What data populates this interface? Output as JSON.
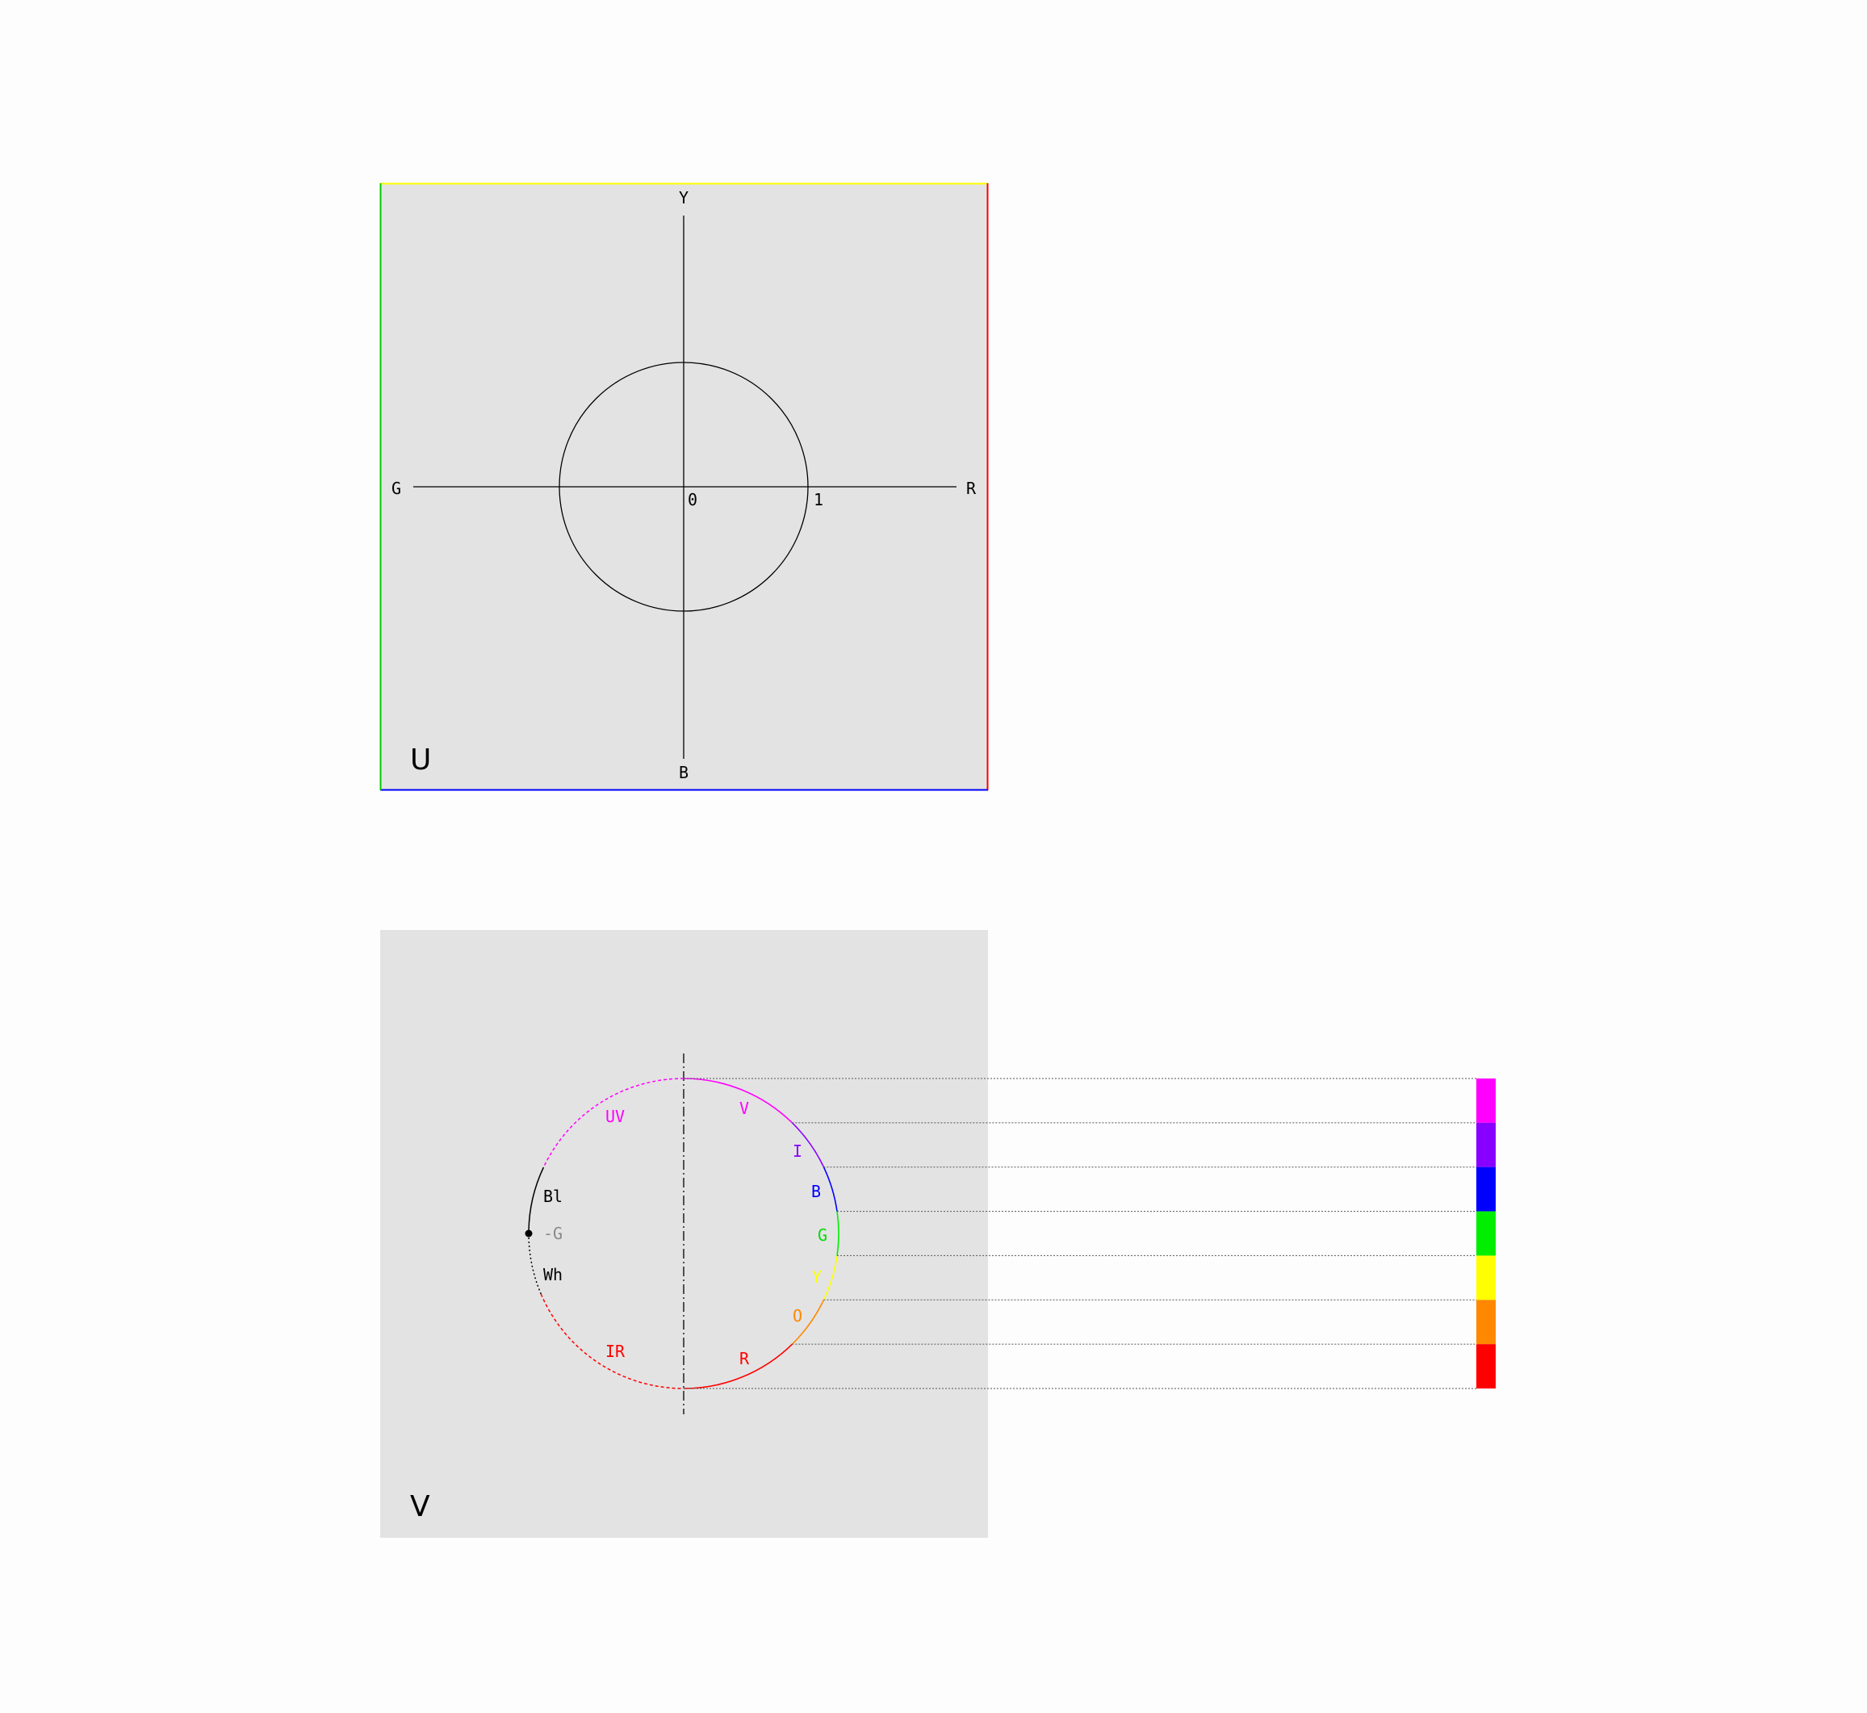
{
  "panel_u": {
    "letter": "U",
    "axis_labels": {
      "top": "Y",
      "bottom": "B",
      "left": "G",
      "right": "R"
    },
    "origin_label": "0",
    "unit_label": "1",
    "border_colors": {
      "top": "#ffff00",
      "right": "#ff0000",
      "bottom": "#0000ff",
      "left": "#00cc00"
    }
  },
  "panel_v": {
    "letter": "V",
    "labels": {
      "uv": {
        "text": "UV",
        "color": "#ff00ff"
      },
      "bl": {
        "text": "Bl",
        "color": "#000000"
      },
      "neg_g": {
        "text": "-G",
        "color": "#8a8a8a"
      },
      "wh": {
        "text": "Wh",
        "color": "#000000"
      },
      "ir": {
        "text": "IR",
        "color": "#ff0000"
      },
      "v": {
        "text": "V",
        "color": "#ff00ff"
      },
      "i": {
        "text": "I",
        "color": "#8800ff"
      },
      "b": {
        "text": "B",
        "color": "#0000ff"
      },
      "g": {
        "text": "G",
        "color": "#00dd00"
      },
      "y": {
        "text": "Y",
        "color": "#ffff00"
      },
      "o": {
        "text": "O",
        "color": "#ff8800"
      },
      "r": {
        "text": "R",
        "color": "#ff0000"
      }
    },
    "spectrum_colors": [
      "#ff00ff",
      "#8800ff",
      "#0000ff",
      "#00ee00",
      "#ffff00",
      "#ff8800",
      "#ff0000"
    ],
    "left_arc_colors": {
      "uv": "#ff00ff",
      "bl": "#000000",
      "wh": "#000000",
      "ir": "#ff0000"
    }
  }
}
